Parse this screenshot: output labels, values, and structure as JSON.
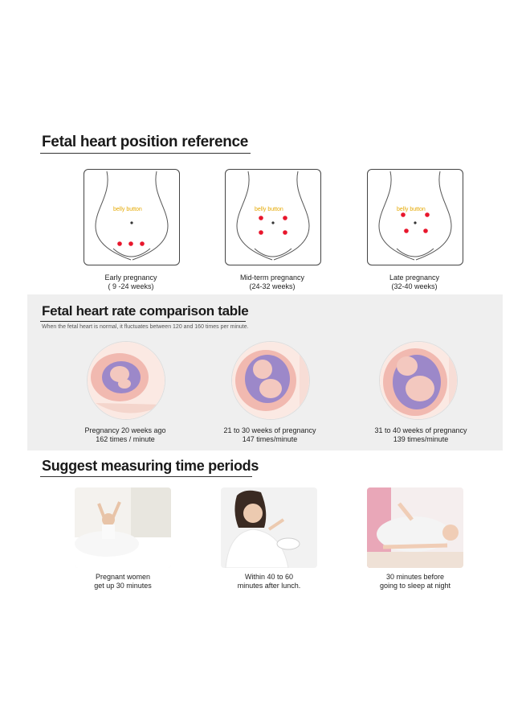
{
  "position_section": {
    "title": "Fetal heart position reference",
    "label_belly": "belly button",
    "panels": [
      {
        "caption_line1": "Early pregnancy",
        "caption_line2": "( 9 -24 weeks)"
      },
      {
        "caption_line1": "Mid-term pregnancy",
        "caption_line2": "(24-32 weeks)"
      },
      {
        "caption_line1": "Late pregnancy",
        "caption_line2": "(32-40 weeks)"
      }
    ]
  },
  "rate_section": {
    "title": "Fetal heart rate comparison table",
    "note": "When the fetal heart is normal, it fluctuates between 120 and 160 times per minute.",
    "items": [
      {
        "line1": "Pregnancy 20 weeks ago",
        "line2": "162 times / minute"
      },
      {
        "line1": "21 to 30 weeks of pregnancy",
        "line2": "147 times/minute"
      },
      {
        "line1": "31 to 40 weeks of pregnancy",
        "line2": "139 times/minute"
      }
    ]
  },
  "time_section": {
    "title": "Suggest measuring time periods",
    "items": [
      {
        "line1": "Pregnant women",
        "line2": "get up 30 minutes"
      },
      {
        "line1": "Within 40 to 60",
        "line2": "minutes after lunch."
      },
      {
        "line1": "30 minutes before",
        "line2": "going to sleep at night"
      }
    ]
  },
  "colors": {
    "dot": "#e8162c",
    "belly_label": "#e5a800",
    "band": "#efefef"
  }
}
